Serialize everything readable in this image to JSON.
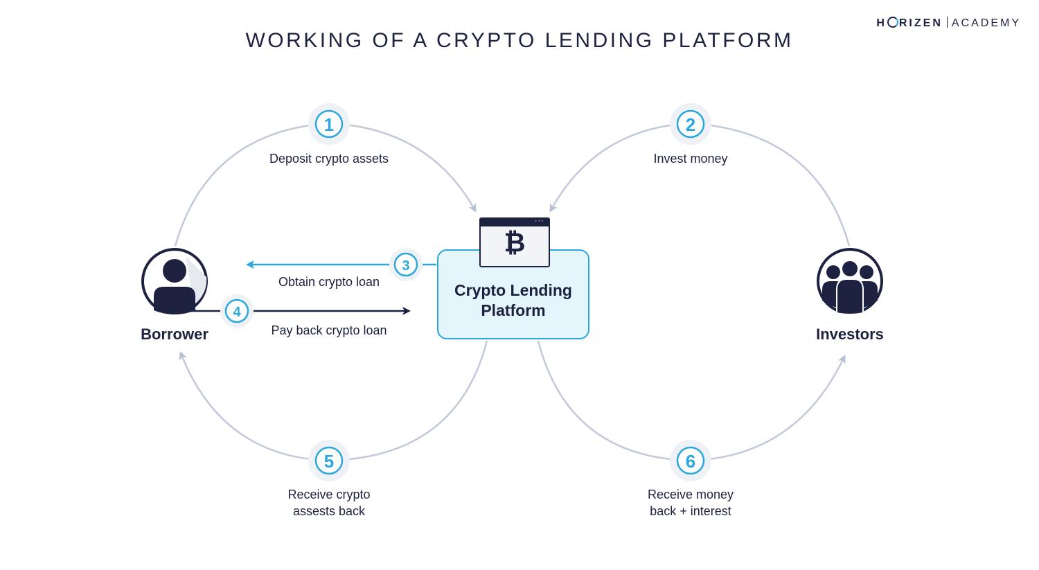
{
  "title": "WORKING OF A CRYPTO LENDING PLATFORM",
  "brand": {
    "left": "H",
    "mid": "RIZEN",
    "right": "ACADEMY"
  },
  "colors": {
    "navy": "#1d2240",
    "accent": "#2aa7de",
    "arc": "#c2c9da",
    "box_fill": "#e4f5fb"
  },
  "nodes": {
    "borrower": {
      "label": "Borrower",
      "icon": "person-icon"
    },
    "investors": {
      "label": "Investors",
      "icon": "group-icon"
    },
    "platform": {
      "label_line1": "Crypto Lending",
      "label_line2": "Platform",
      "icon": "bitcoin-icon",
      "symbol": "₿"
    }
  },
  "steps": [
    {
      "number": "1",
      "label": "Deposit crypto assets"
    },
    {
      "number": "2",
      "label": "Invest money"
    },
    {
      "number": "3",
      "label": "Obtain crypto loan"
    },
    {
      "number": "4",
      "label": "Pay back crypto loan"
    },
    {
      "number": "5",
      "label_line1": "Receive crypto",
      "label_line2": "assests back"
    },
    {
      "number": "6",
      "label_line1": "Receive money",
      "label_line2": "back + interest"
    }
  ]
}
